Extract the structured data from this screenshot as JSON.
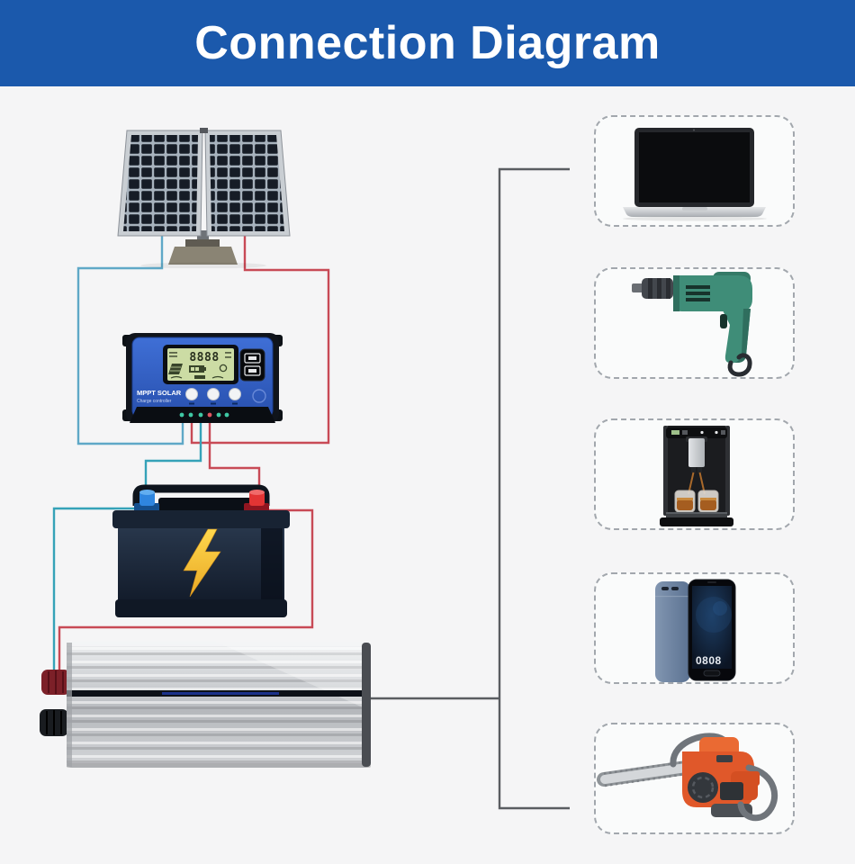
{
  "header": {
    "title": "Connection Diagram",
    "background": "#1b59ac",
    "text_color": "#ffffff"
  },
  "canvas": {
    "background": "#f5f5f6"
  },
  "system_chain": [
    {
      "name": "solar-panel"
    },
    {
      "name": "mppt-charge-controller",
      "label_line1": "MPPT SOLAR",
      "label_line2": "Charge controller",
      "lcd_value": "8888",
      "body_color": "#3b6ad1"
    },
    {
      "name": "battery",
      "bolt_color": "#f7c62e"
    },
    {
      "name": "power-inverter"
    }
  ],
  "appliances": [
    {
      "name": "laptop"
    },
    {
      "name": "electric-drill"
    },
    {
      "name": "coffee-machine"
    },
    {
      "name": "smartphone",
      "screen_time": "0808"
    },
    {
      "name": "chainsaw"
    }
  ],
  "wires": {
    "pv_negative": "#5fa8c7",
    "pv_positive": "#c84a56",
    "battery_negative": "#35a2b8",
    "battery_positive": "#c84a56",
    "output": "#5a5d61"
  }
}
